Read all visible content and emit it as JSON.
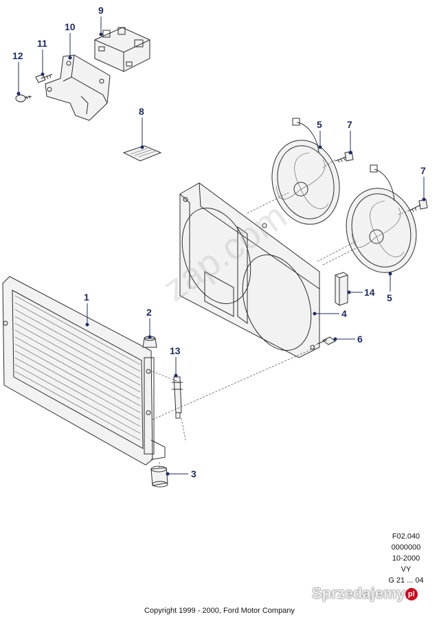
{
  "callouts": {
    "c1": "1",
    "c2": "2",
    "c3": "3",
    "c4": "4",
    "c5a": "5",
    "c5b": "5",
    "c6": "6",
    "c7a": "7",
    "c7b": "7",
    "c8": "8",
    "c9": "9",
    "c10": "10",
    "c11": "11",
    "c12": "12",
    "c13": "13",
    "c14": "14"
  },
  "meta": {
    "ref": "F02.040",
    "code": "0000000",
    "date": "10-2000",
    "vy": "VY",
    "g": "G 21 ... 04"
  },
  "copyright": "Copyright 1999 - 2000, Ford Motor Company",
  "watermarks": {
    "zap": "zap.com",
    "site": "Sprzedajemy",
    "site_badge": "pl"
  },
  "colors": {
    "callout": "#1f2a66",
    "line": "#2b2b2b"
  }
}
